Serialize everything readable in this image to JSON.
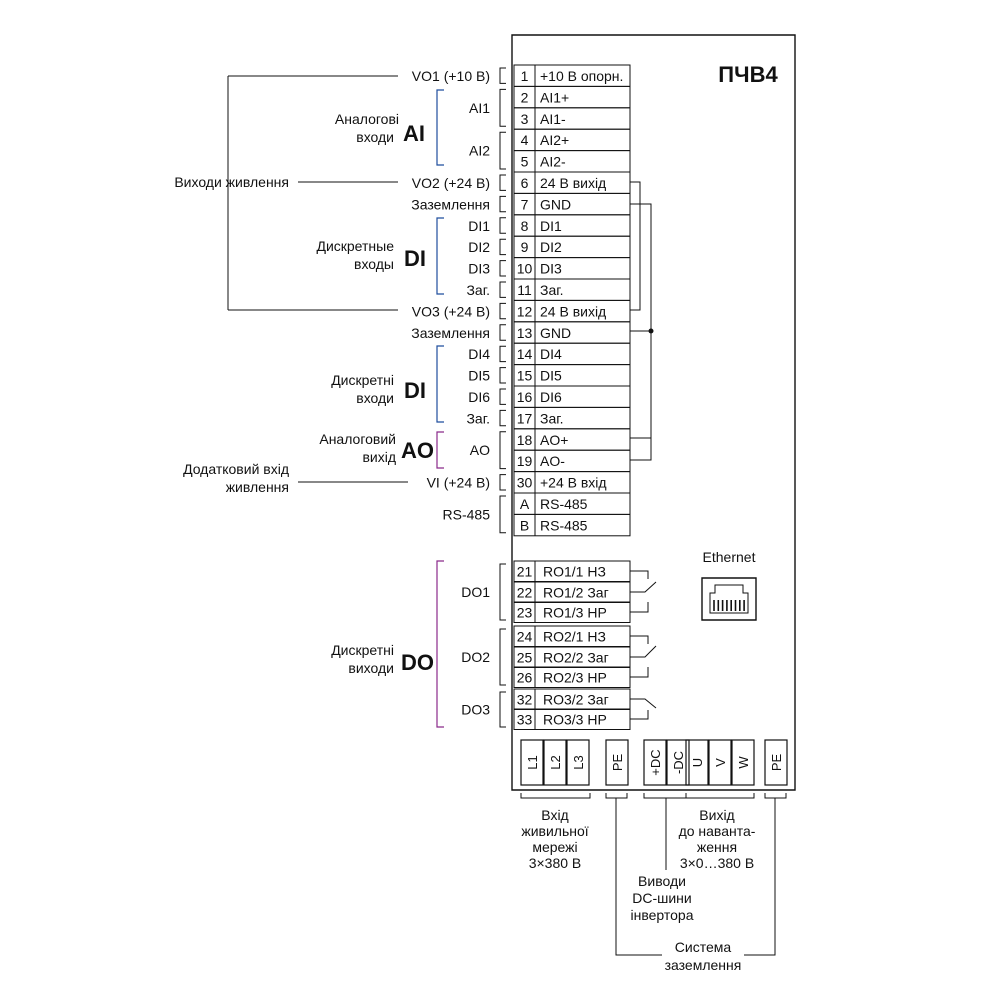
{
  "device": {
    "title": "ПЧВ4",
    "ethernet_label": "Ethernet"
  },
  "colors": {
    "ink": "#111111",
    "ai_bracket": "#1f4e9e",
    "di_bracket": "#1f4e9e",
    "ao_bracket": "#8b2a8b",
    "do_bracket": "#8b2a8b"
  },
  "left_labels": {
    "power_outputs": "Виходи живлення",
    "aux_input_line1": "Додатковий вхід",
    "aux_input_line2": "живлення"
  },
  "terminals": [
    {
      "num": "1",
      "label": "+10 В опорн.",
      "signal": "VO1 (+10 В)"
    },
    {
      "num": "2",
      "label": "AI1+",
      "signal": ""
    },
    {
      "num": "3",
      "label": "AI1-",
      "signal": ""
    },
    {
      "num": "4",
      "label": "AI2+",
      "signal": ""
    },
    {
      "num": "5",
      "label": "AI2-",
      "signal": ""
    },
    {
      "num": "6",
      "label": "24 В вихід",
      "signal": "VO2 (+24 В)"
    },
    {
      "num": "7",
      "label": "GND",
      "signal": "Заземлення"
    },
    {
      "num": "8",
      "label": "DI1",
      "signal": "DI1"
    },
    {
      "num": "9",
      "label": "DI2",
      "signal": "DI2"
    },
    {
      "num": "10",
      "label": "DI3",
      "signal": "DI3"
    },
    {
      "num": "11",
      "label": "Заг.",
      "signal": "Заг."
    },
    {
      "num": "12",
      "label": "24 В вихід",
      "signal": "VO3 (+24 В)"
    },
    {
      "num": "13",
      "label": "GND",
      "signal": "Заземлення"
    },
    {
      "num": "14",
      "label": "DI4",
      "signal": "DI4"
    },
    {
      "num": "15",
      "label": "DI5",
      "signal": "DI5"
    },
    {
      "num": "16",
      "label": "DI6",
      "signal": "DI6"
    },
    {
      "num": "17",
      "label": "Заг.",
      "signal": "Заг."
    },
    {
      "num": "18",
      "label": "AO+",
      "signal": ""
    },
    {
      "num": "19",
      "label": "AO-",
      "signal": ""
    },
    {
      "num": "30",
      "label": "+24 В вхід",
      "signal": "VI (+24 В)"
    },
    {
      "num": "A",
      "label": "RS-485",
      "signal": ""
    },
    {
      "num": "B",
      "label": "RS-485",
      "signal": ""
    }
  ],
  "relay_terminals": [
    {
      "num": "21",
      "label": "RO1/1 НЗ"
    },
    {
      "num": "22",
      "label": "RO1/2 Заг"
    },
    {
      "num": "23",
      "label": "RO1/3 НР"
    },
    {
      "num": "24",
      "label": "RO2/1 НЗ"
    },
    {
      "num": "25",
      "label": "RO2/2 Заг"
    },
    {
      "num": "26",
      "label": "RO2/3 НР"
    },
    {
      "num": "32",
      "label": "RO3/2 Заг"
    },
    {
      "num": "33",
      "label": "RO3/3 НР"
    }
  ],
  "pair_labels": {
    "ai1": "AI1",
    "ai2": "AI2",
    "ao": "AO",
    "rs485": "RS-485",
    "do1": "DO1",
    "do2": "DO2",
    "do3": "DO3"
  },
  "groups": {
    "ai": {
      "desc1": "Аналогові",
      "desc2": "входи",
      "code": "AI"
    },
    "di1": {
      "desc1": "Дискретные",
      "desc2": "входы",
      "code": "DI"
    },
    "di2": {
      "desc1": "Дискретні",
      "desc2": "входи",
      "code": "DI"
    },
    "ao": {
      "desc1": "Аналоговий",
      "desc2": "вихід",
      "code": "AO"
    },
    "do": {
      "desc1": "Дискретні",
      "desc2": "виходи",
      "code": "DO"
    }
  },
  "power_terminals": [
    "L1",
    "L2",
    "L3",
    "PE",
    "+DC",
    "-DC",
    "U",
    "V",
    "W",
    "PE"
  ],
  "bottom_labels": {
    "mains": [
      "Вхід",
      "живильної",
      "мережі",
      "3×380 В"
    ],
    "output": [
      "Вихід",
      "до наванта-",
      "ження",
      "3×0…380 В"
    ],
    "dc": [
      "Виводи",
      "DC-шини",
      "інвертора"
    ],
    "ground": [
      "Система",
      "заземлення"
    ]
  }
}
